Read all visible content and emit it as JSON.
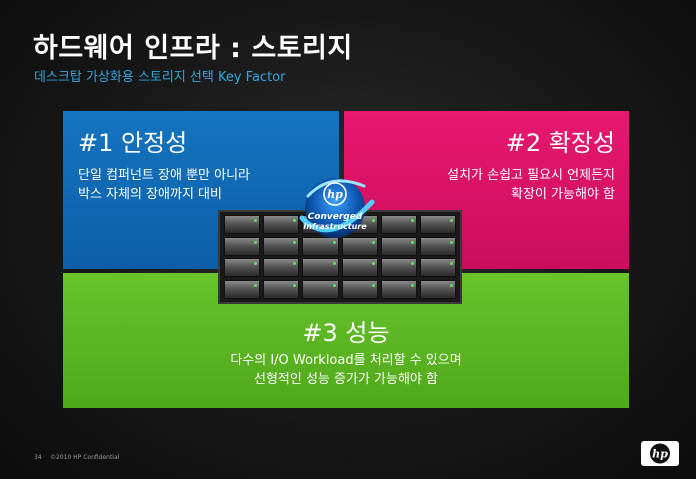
{
  "title": "하드웨어 인프라 : 스토리지",
  "subtitle": "데스크탑 가상화용 스토리지 선택 Key Factor",
  "blocks": {
    "stability": {
      "heading": "#1 안정성",
      "line1": "단일 컴퍼넌트 장애 뿐만 아니라",
      "line2": "박스 자체의 장애까지 대비",
      "color": "#1574bf"
    },
    "scalability": {
      "heading": "#2 확장성",
      "line1": "설치가 손쉽고 필요시 언제든지",
      "line2": "확장이 가능해야 함",
      "color": "#e6186f"
    },
    "performance": {
      "heading": "#3 성능",
      "line1": "다수의 I/O Workload를 처리할 수 있으며",
      "line2": "선형적인 성능 증가가 가능해야 함",
      "color": "#69c32b"
    }
  },
  "badge": {
    "line1": "Converged",
    "line2": "Infrastructure",
    "icon": "hp-logo-icon"
  },
  "footer": {
    "page_number": "34",
    "copyright": "©2010 HP Confidential"
  },
  "logo_icon": "hp-logo-icon"
}
